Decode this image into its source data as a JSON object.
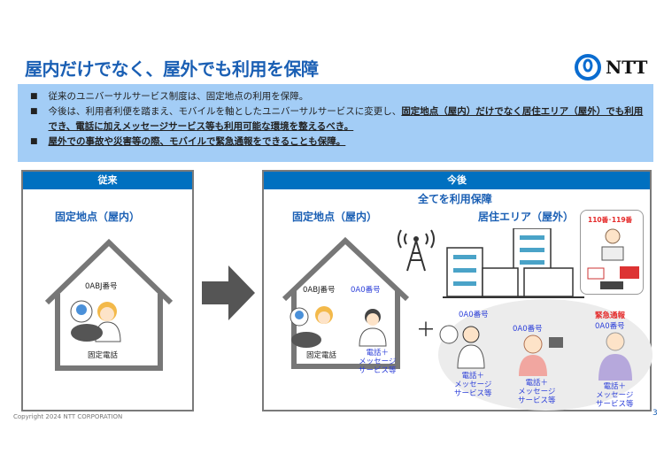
{
  "title": "屋内だけでなく、屋外でも利用を保障",
  "logo": {
    "text": "NTT",
    "icon": "ntt-logo-icon"
  },
  "summary": {
    "b1": "従来のユニバーサルサービス制度は、固定地点の利用を保障。",
    "b2_plain": "今後は、利用者利便を踏まえ、モバイルを軸としたユニバーサルサービスに変更し、",
    "b2_bold": "固定地点（屋内）だけでなく居住エリア（屋外）でも利用でき、電話に加えメッセージサービス等も利用可能な環境を整えるべき。",
    "b3": "屋外での事故や災害等の際、モバイルで緊急通報をできることも保障。"
  },
  "left_panel": {
    "header": "従来",
    "heading": "固定地点（屋内）",
    "number": "0ABJ番号",
    "phone": "固定電話"
  },
  "right_panel": {
    "header": "今後",
    "heading": "全てを利用保障",
    "indoor": "固定地点（屋内）",
    "outdoor": "居住エリア（屋外）",
    "abj": "0ABJ番号",
    "fixed_phone": "固定電話",
    "oao": "0A0番号",
    "service": [
      "電話＋",
      "メッセージ",
      "サービス等"
    ],
    "emergency_numbers": "110番･119番",
    "emergency": "緊急通報"
  },
  "footer": {
    "copyright": "Copyright 2024 NTT CORPORATION",
    "page": "3"
  },
  "colors": {
    "accent": "#0070c0",
    "summary_bg": "#a3cdf6",
    "red": "#e52b2b"
  }
}
